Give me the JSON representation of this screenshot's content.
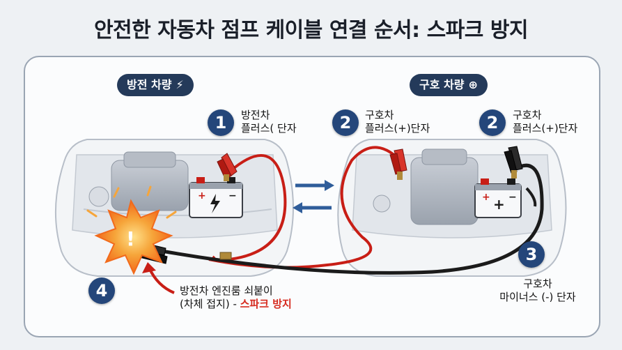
{
  "title": "안전한 자동차 점프 케이블 연결 순서: 스파크 방지",
  "dead_vehicle_label": "방전 차량",
  "donor_vehicle_label": "구호 차량",
  "icons": {
    "dead": "lightning-icon",
    "donor": "plus-circle-icon"
  },
  "steps": [
    {
      "number": "1",
      "line1": "방전차",
      "line2": "플러스(  단자"
    },
    {
      "number": "2",
      "line1": "구호차",
      "line2": "플러스(+)단자"
    },
    {
      "number": "2",
      "line1": "구호차",
      "line2": "플러스(+)단자"
    },
    {
      "number": "3",
      "line1": "구호차",
      "line2": "마이너스 (-) 단자"
    },
    {
      "number": "4",
      "line1": "방전차 엔진룸 쇠붙이",
      "line2": "(차체 접지) - ",
      "highlight": "스파크 방지"
    }
  ],
  "battery_marks": {
    "plus": "+",
    "minus": "−"
  },
  "warning_mark": "!",
  "colors": {
    "navy": "#243a5a",
    "red_cable": "#c81e16",
    "black_cable": "#1b1b1b",
    "arrow_blue": "#2f5d9a",
    "spark_orange": "#f26a1b",
    "highlight_red": "#d62b1f"
  }
}
